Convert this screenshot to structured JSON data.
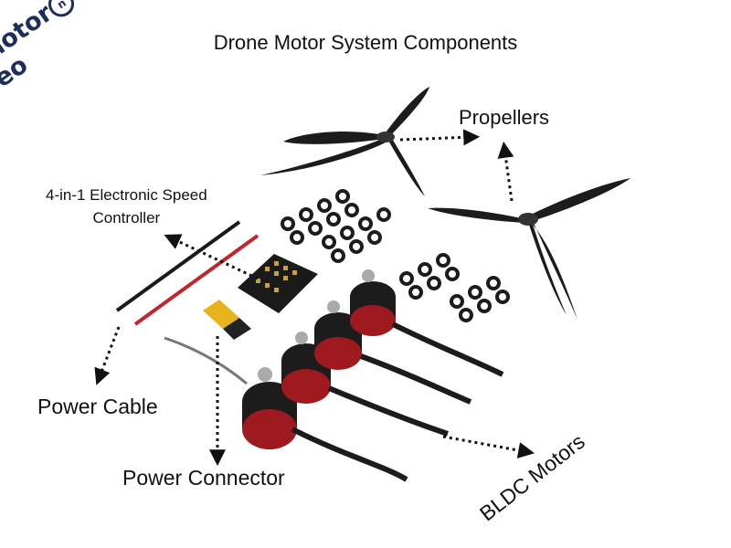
{
  "title": "Drone Motor System Components",
  "logo": {
    "part1": "motor",
    "ring": "n",
    "part2": "eo"
  },
  "labels": {
    "propellers": "Propellers",
    "esc_line1": "4-in-1 Electronic Speed",
    "esc_line2": "Controller",
    "power_cable": "Power Cable",
    "power_connector": "Power Connector",
    "bldc_motors": "BLDC Motors"
  },
  "colors": {
    "part_black": "#1a1a1a",
    "cable_red": "#c0262b",
    "motor_red": "#9e1a1f",
    "connector_yellow": "#e8b21a"
  }
}
